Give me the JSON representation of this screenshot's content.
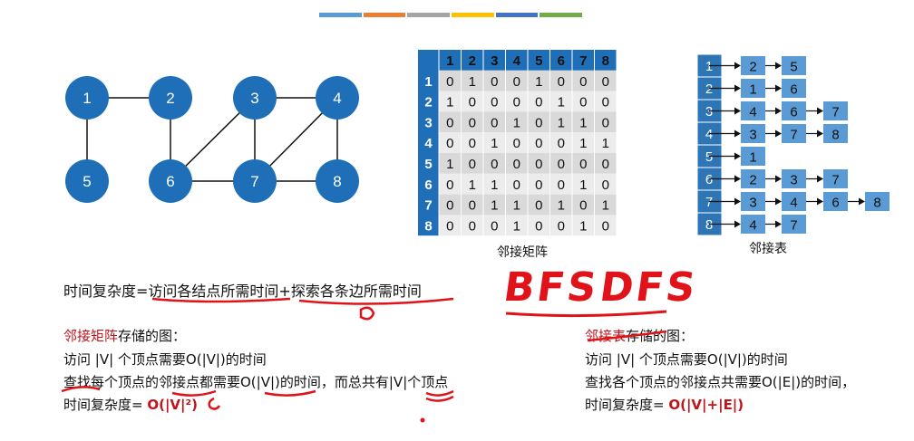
{
  "top_bar_colors": [
    "#5b9bd5",
    "#ed7d31",
    "#a5a5a5",
    "#ffc000",
    "#4472c4",
    "#70ad47"
  ],
  "graph": {
    "node_color": "#1f6fb8",
    "nodes": [
      {
        "id": "1",
        "label": "1"
      },
      {
        "id": "2",
        "label": "2"
      },
      {
        "id": "3",
        "label": "3"
      },
      {
        "id": "4",
        "label": "4"
      },
      {
        "id": "5",
        "label": "5"
      },
      {
        "id": "6",
        "label": "6"
      },
      {
        "id": "7",
        "label": "7"
      },
      {
        "id": "8",
        "label": "8"
      }
    ],
    "edges": [
      [
        "1",
        "2"
      ],
      [
        "1",
        "5"
      ],
      [
        "2",
        "6"
      ],
      [
        "3",
        "4"
      ],
      [
        "3",
        "6"
      ],
      [
        "3",
        "7"
      ],
      [
        "4",
        "7"
      ],
      [
        "4",
        "8"
      ],
      [
        "6",
        "7"
      ],
      [
        "7",
        "8"
      ]
    ]
  },
  "matrix": {
    "header_color": "#1f6fb8",
    "col_headers": [
      "1",
      "2",
      "3",
      "4",
      "5",
      "6",
      "7",
      "8"
    ],
    "row_headers": [
      "1",
      "2",
      "3",
      "4",
      "5",
      "6",
      "7",
      "8"
    ],
    "rows": [
      [
        "0",
        "1",
        "0",
        "0",
        "1",
        "0",
        "0",
        "0"
      ],
      [
        "1",
        "0",
        "0",
        "0",
        "0",
        "1",
        "0",
        "0"
      ],
      [
        "0",
        "0",
        "0",
        "1",
        "0",
        "1",
        "1",
        "0"
      ],
      [
        "0",
        "0",
        "1",
        "0",
        "0",
        "0",
        "1",
        "1"
      ],
      [
        "1",
        "0",
        "0",
        "0",
        "0",
        "0",
        "0",
        "0"
      ],
      [
        "0",
        "1",
        "1",
        "0",
        "0",
        "0",
        "1",
        "0"
      ],
      [
        "0",
        "0",
        "1",
        "1",
        "0",
        "1",
        "0",
        "1"
      ],
      [
        "0",
        "0",
        "0",
        "1",
        "0",
        "0",
        "1",
        "0"
      ]
    ],
    "caption": "邻接矩阵"
  },
  "adjlist": {
    "box_color": "#5b9bd5",
    "head_color": "#2e75b6",
    "heads": [
      "1",
      "2",
      "3",
      "4",
      "5",
      "6",
      "7",
      "8"
    ],
    "lists": [
      [
        "2",
        "5"
      ],
      [
        "1",
        "6"
      ],
      [
        "4",
        "6",
        "7"
      ],
      [
        "3",
        "7",
        "8"
      ],
      [
        "1"
      ],
      [
        "2",
        "3",
        "7"
      ],
      [
        "3",
        "4",
        "6",
        "8"
      ],
      [
        "4",
        "7"
      ]
    ],
    "caption": "邻接表"
  },
  "text": {
    "complexity_formula": "时间复杂度=访问各结点所需时间+探索各条边所需时间",
    "matrix_title": "邻接矩阵",
    "matrix_title_suffix": "存储的图：",
    "matrix_line1": "访问 |V| 个顶点需要O(|V|)的时间",
    "matrix_line2": "查找每个顶点的邻接点都需要O(|V|)的时间，而总共有|V|个顶点",
    "matrix_line3_prefix": "时间复杂度= ",
    "matrix_line3_value": "O(|V|²)",
    "list_title": "邻接表",
    "list_title_suffix": "存储的图：",
    "list_line1": "访问 |V| 个顶点需要O(|V|)的时间",
    "list_line2": "查找各个顶点的邻接点共需要O(|E|)的时间，",
    "list_line3_prefix": "时间复杂度= ",
    "list_line3_value": "O(|V|+|E|)"
  },
  "handwriting": {
    "ink_color": "#e0121a",
    "bfs": "BFS",
    "dfs": "DFS"
  }
}
